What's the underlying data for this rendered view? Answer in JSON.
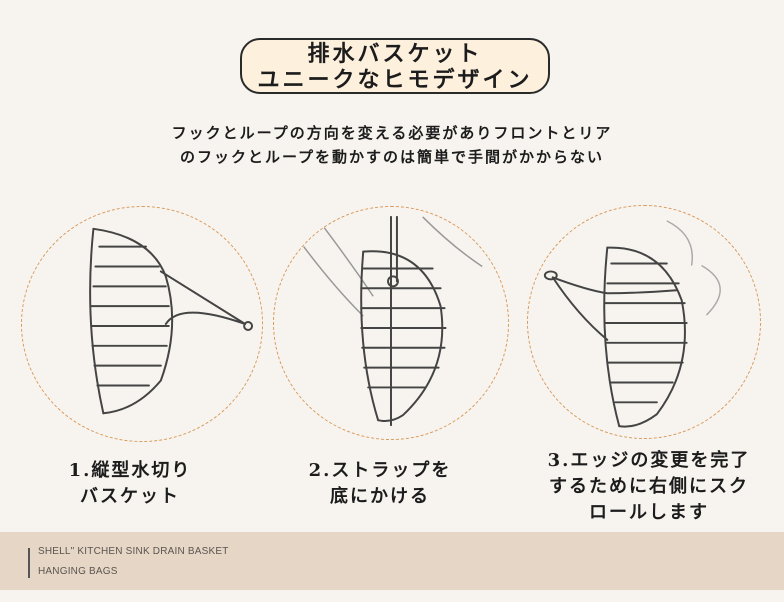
{
  "header": {
    "title_line1": "排水バスケット",
    "title_line2": "ユニークなヒモデザイン"
  },
  "subtitle": {
    "line1": "フックとループの方向を変える必要がありフロントとリア",
    "line2": "のフックとループを動かすのは簡単で手間がかからない"
  },
  "steps": [
    {
      "image": "basket-hook-side-sketch",
      "caption_line1": "1.縦型水切り",
      "caption_line2": "バスケット"
    },
    {
      "image": "basket-strap-bottom-sketch",
      "caption_line1": "2.ストラップを",
      "caption_line2": "底にかける"
    },
    {
      "image": "basket-scroll-right-sketch",
      "caption_line1": "3.エッジの変更を完了",
      "caption_line2": "するために右側にスク",
      "caption_line3": "ロールします"
    }
  ],
  "footer": {
    "line1": "SHELL\" KITCHEN SINK DRAIN BASKET",
    "line2": "HANGING BAGS"
  },
  "colors": {
    "background": "#f7f4ef",
    "title_fill": "#fdf0dc",
    "circle_dash": "#d99a5c",
    "footer_band": "#e6d6c6"
  }
}
